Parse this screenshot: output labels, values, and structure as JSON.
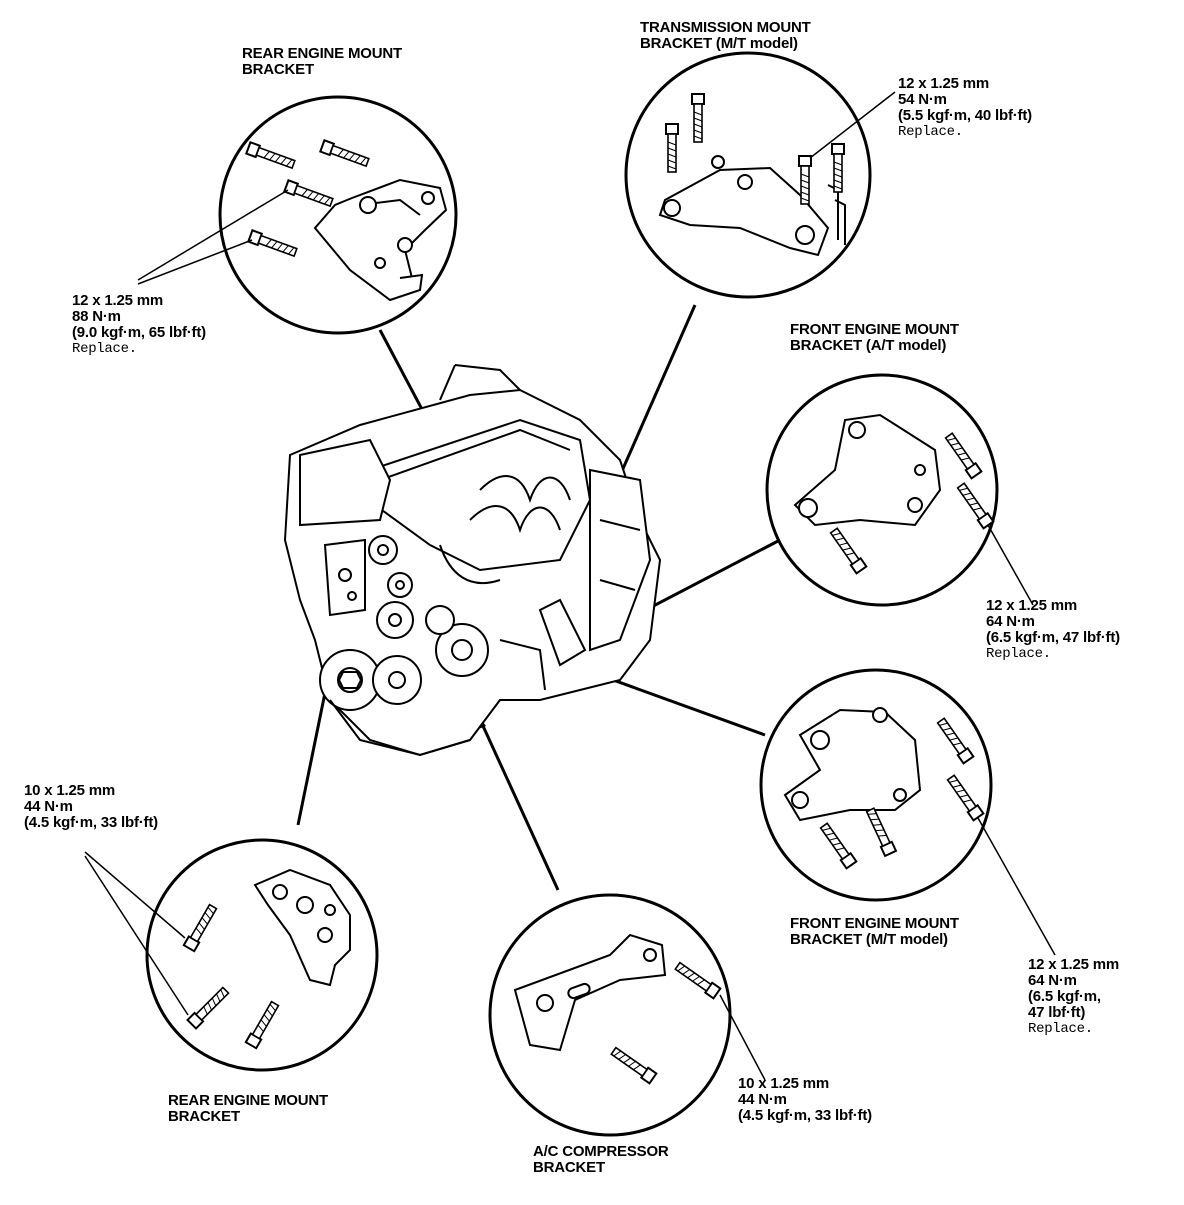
{
  "callouts": {
    "rear_top": {
      "title": [
        "REAR ENGINE MOUNT",
        "BRACKET"
      ],
      "spec": [
        "12 x 1.25 mm",
        "88 N·m",
        "(9.0 kgf·m, 65 lbf·ft)"
      ],
      "note": "Replace."
    },
    "trans": {
      "title": [
        "TRANSMISSION MOUNT",
        "BRACKET (M/T model)"
      ],
      "spec": [
        "12 x 1.25 mm",
        "54 N·m",
        "(5.5 kgf·m, 40 lbf·ft)"
      ],
      "note": "Replace."
    },
    "front_at": {
      "title": [
        "FRONT ENGINE MOUNT",
        "BRACKET (A/T model)"
      ],
      "spec": [
        "12 x 1.25 mm",
        "64 N·m",
        "(6.5 kgf·m, 47 lbf·ft)"
      ],
      "note": "Replace."
    },
    "front_mt": {
      "title": [
        "FRONT ENGINE MOUNT",
        "BRACKET (M/T model)"
      ],
      "spec": [
        "12 x 1.25 mm",
        "64 N·m",
        "(6.5 kgf·m,",
        "47 lbf·ft)"
      ],
      "note": "Replace."
    },
    "rear_bottom": {
      "title": [
        "REAR ENGINE MOUNT",
        "BRACKET"
      ],
      "spec": [
        "10 x 1.25 mm",
        "44 N·m",
        "(4.5 kgf·m, 33 lbf·ft)"
      ]
    },
    "ac": {
      "title": [
        "A/C COMPRESSOR",
        "BRACKET"
      ],
      "spec": [
        "10 x 1.25 mm",
        "44 N·m",
        "(4.5 kgf·m, 33 lbf·ft)"
      ]
    }
  }
}
